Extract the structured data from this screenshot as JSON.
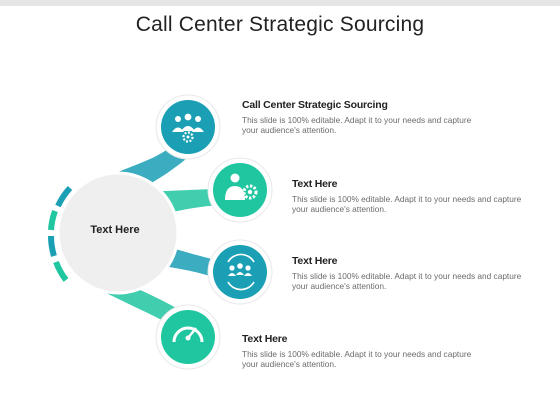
{
  "title": "Call Center Strategic Sourcing",
  "center": {
    "label": "Text Here"
  },
  "colors": {
    "teal": "#1a9fb5",
    "green": "#1fc6a0",
    "dark_blue": "#17819c",
    "center_fill": "#efefef"
  },
  "items": [
    {
      "title": "Call Center Strategic Sourcing",
      "description": "This slide is 100% editable. Adapt it to your needs and capture your audience's attention.",
      "icon": "team-gear-icon",
      "color": "#1a9fb5"
    },
    {
      "title": "Text Here",
      "description": "This slide is 100% editable. Adapt it to your needs and capture your audience's attention.",
      "icon": "person-gear-icon",
      "color": "#1fc6a0"
    },
    {
      "title": "Text Here",
      "description": "This slide is 100% editable. Adapt it to your needs and capture your audience's attention.",
      "icon": "people-cycle-icon",
      "color": "#1a9fb5"
    },
    {
      "title": "Text Here",
      "description": "This slide is 100% editable. Adapt it to your needs and capture your audience's attention.",
      "icon": "speedometer-icon",
      "color": "#1fc6a0"
    }
  ]
}
